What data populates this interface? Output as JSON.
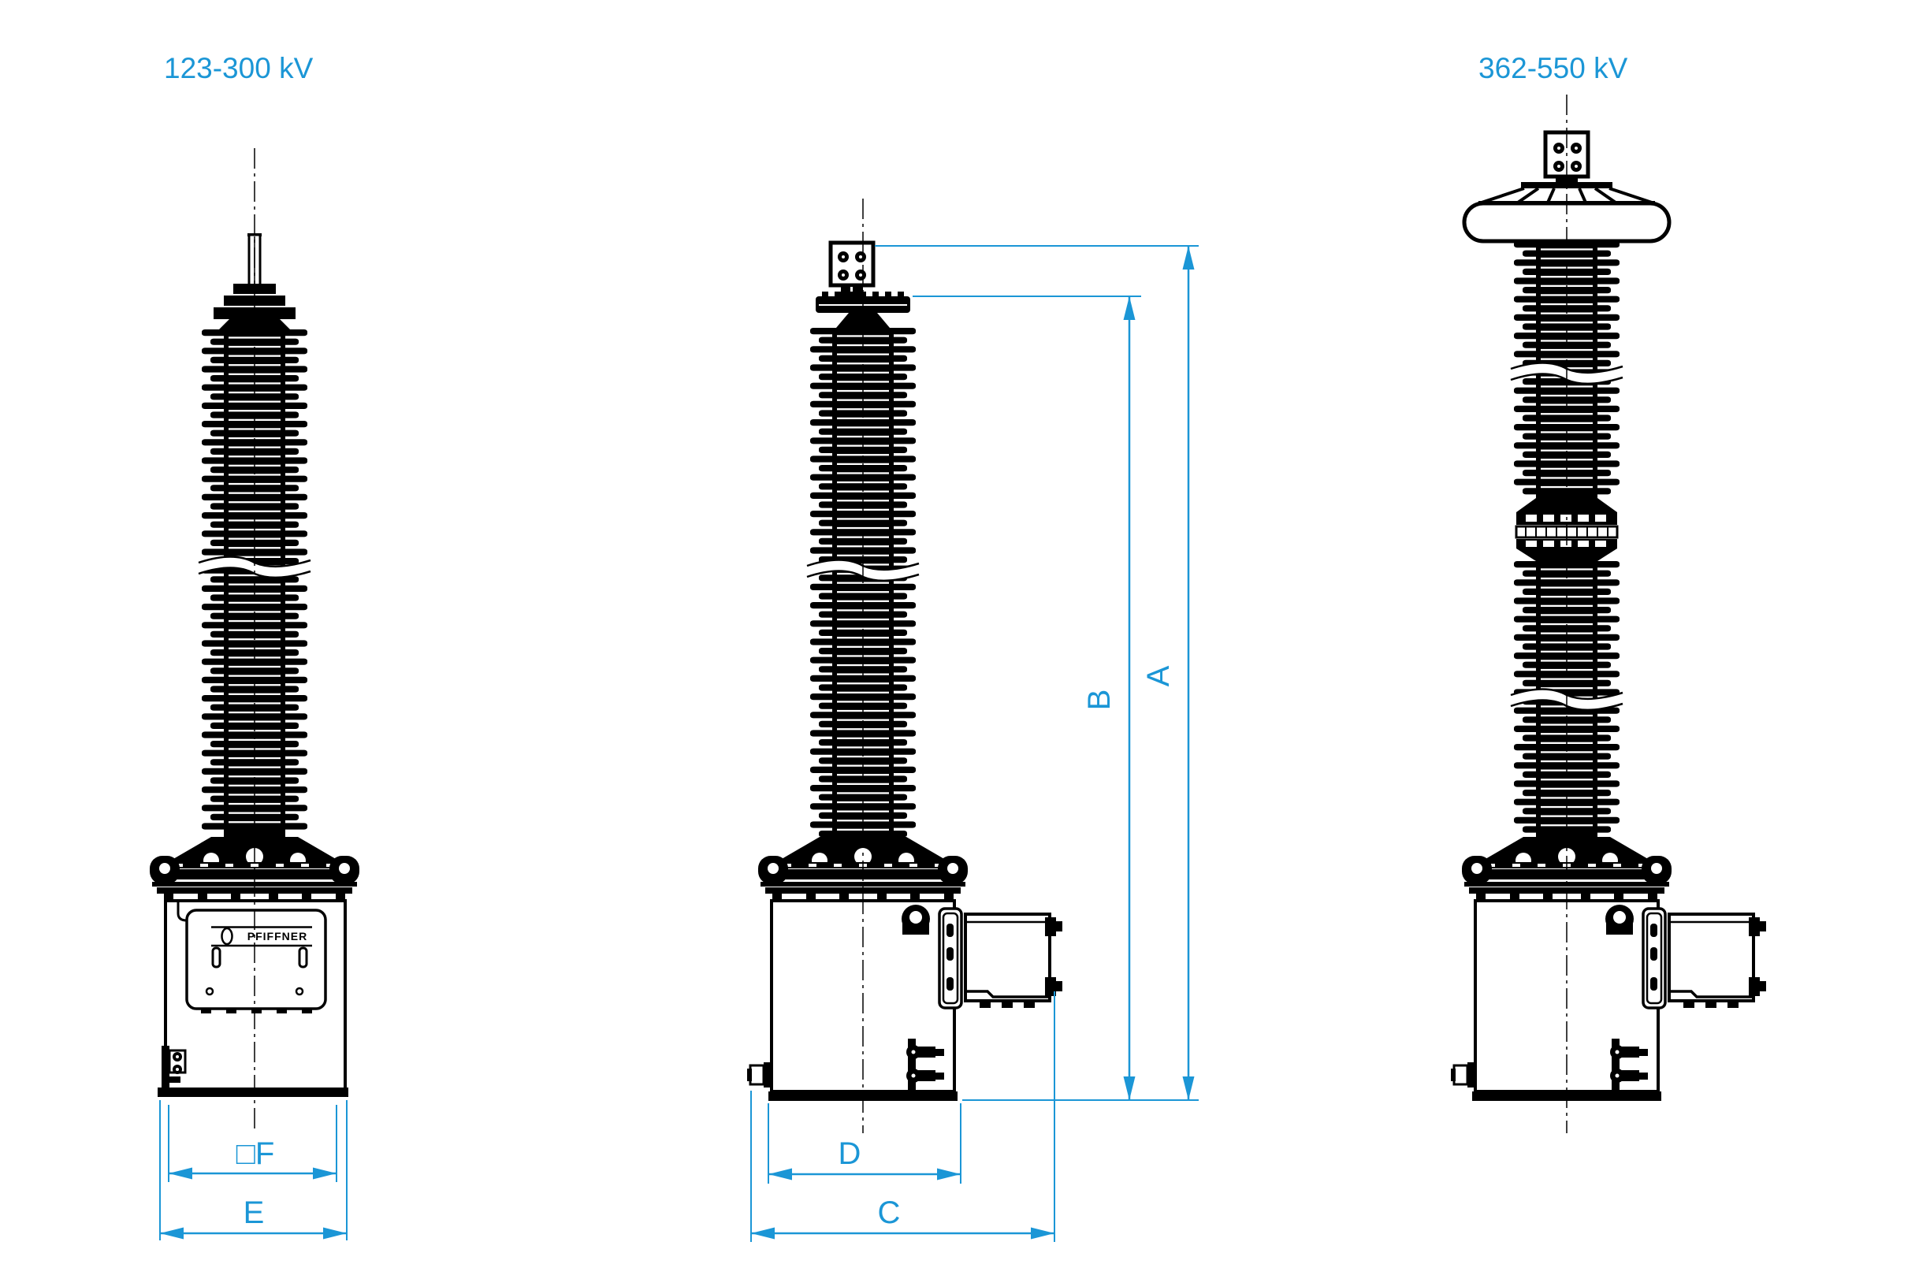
{
  "headers": {
    "left": "123-300 kV",
    "right": "362-550 kV"
  },
  "dimensions": {
    "a": "A",
    "b": "B",
    "c": "C",
    "d": "D",
    "e": "E",
    "f": "□F"
  },
  "nameplate": {
    "brand": "PFIFFNER"
  },
  "colors": {
    "line": "#000000",
    "dimension": "#1b96d6",
    "background": "#ffffff"
  }
}
